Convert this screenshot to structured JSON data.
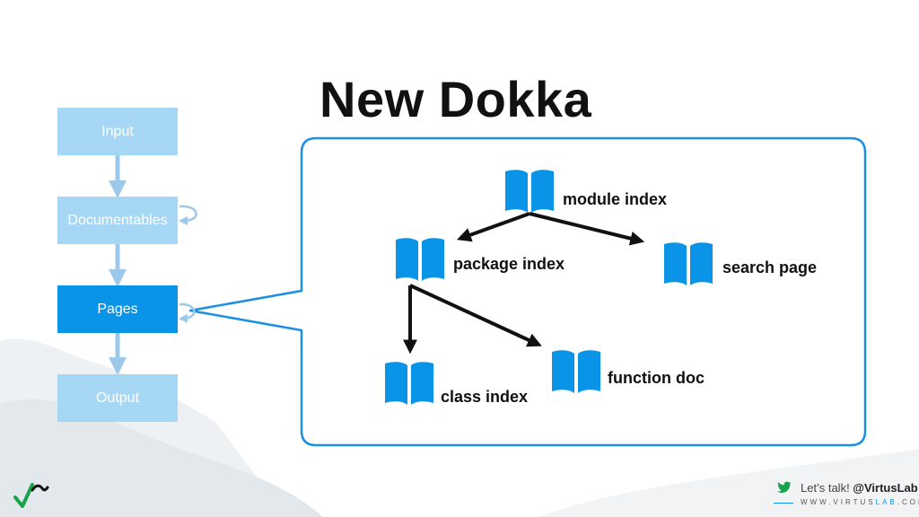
{
  "slide": {
    "title": "New Dokka"
  },
  "pipeline": {
    "stages": [
      {
        "label": "Input"
      },
      {
        "label": "Documentables"
      },
      {
        "label": "Pages"
      },
      {
        "label": "Output"
      }
    ]
  },
  "doc_tree": {
    "nodes": [
      {
        "label": "module index"
      },
      {
        "label": "package index"
      },
      {
        "label": "search page"
      },
      {
        "label": "class index"
      },
      {
        "label": "function doc"
      }
    ]
  },
  "footer": {
    "lead": "Let’s talk! ",
    "handle": "@VirtusLab",
    "url_start": "WWW.VIRTUS",
    "url_accent": "LAB",
    "url_end": ".COM",
    "icons": [
      "twitter-bird-icon",
      "virtuslab-logo-icon"
    ]
  },
  "colors": {
    "stage_light": "#a6d8f6",
    "stage_active": "#0a94e8",
    "callout_border": "#1a8fe3",
    "doc_icon": "#0a94e8",
    "arrow": "#111111"
  }
}
